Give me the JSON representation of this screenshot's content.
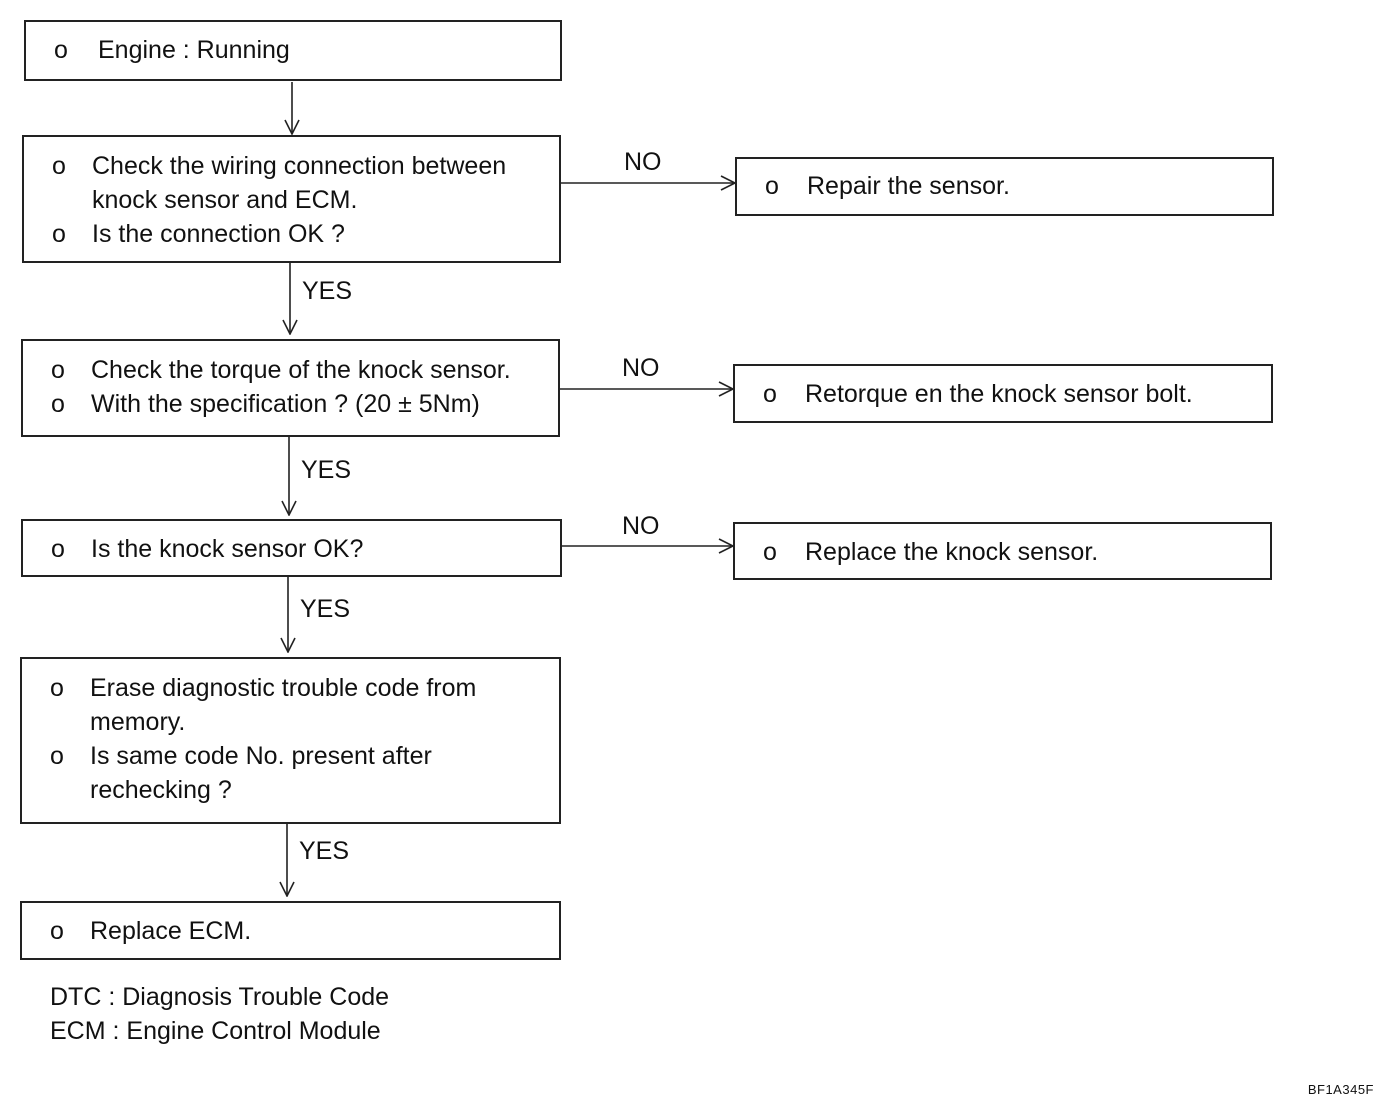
{
  "steps": {
    "engine": [
      "Engine : Running"
    ],
    "wiring": [
      "Check the wiring connection between knock sensor and ECM.",
      "Is the connection OK ?"
    ],
    "torque": [
      "Check the torque of the knock sensor.",
      "With the specification ? (20 ± 5Nm)"
    ],
    "sensor_ok": [
      "Is the knock sensor OK?"
    ],
    "erase": [
      "Erase diagnostic trouble code from memory.",
      "Is same code No. present after rechecking ?"
    ],
    "replace_ecm": [
      "Replace ECM."
    ]
  },
  "actions": {
    "repair": [
      "Repair the sensor."
    ],
    "retorque": [
      "Retorque en the knock sensor bolt."
    ],
    "replace_sensor": [
      "Replace the knock sensor."
    ]
  },
  "labels": {
    "yes": "YES",
    "no": "NO"
  },
  "legend": {
    "dtc": "DTC : Diagnosis Trouble Code",
    "ecm": "ECM : Engine Control Module"
  },
  "figure_code": "BF1A345F",
  "colors": {
    "line": "#222222",
    "text": "#111111",
    "background": "#ffffff"
  }
}
